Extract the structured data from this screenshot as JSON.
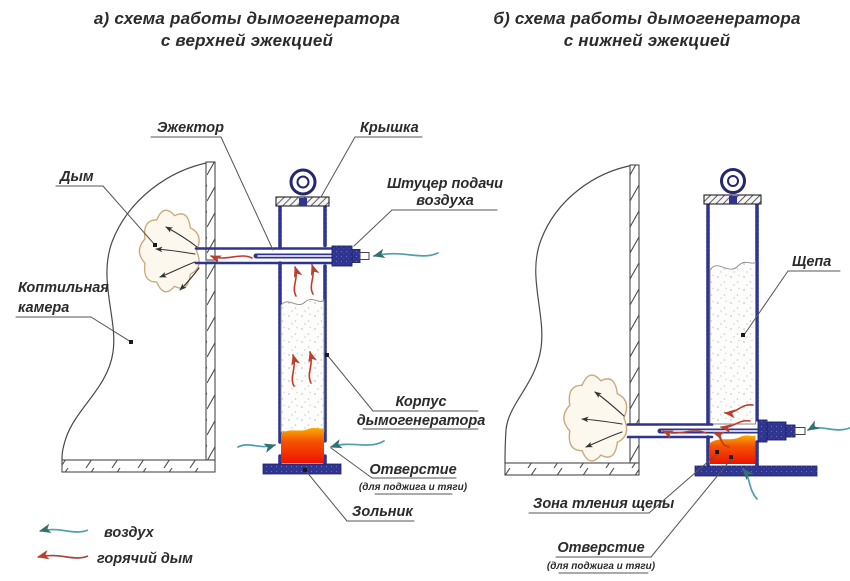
{
  "titles": {
    "left": {
      "line1": "а) схема работы дымогенератора",
      "line2": "с верхней эжекцией"
    },
    "right": {
      "line1": "б) схема работы дымогенератора",
      "line2": "с нижней эжекцией"
    }
  },
  "left_diagram": {
    "labels": {
      "ejector": "Эжектор",
      "lid": "Крышка",
      "smoke": "Дым",
      "air_fitting_line1": "Штуцер подачи",
      "air_fitting_line2": "воздуха",
      "chamber_line1": "Коптильная",
      "chamber_line2": "камера",
      "body_line1": "Корпус",
      "body_line2": "дымогенератора",
      "hole": "Отверстие",
      "hole_note": "(для поджига и тяги)",
      "ash_pan": "Зольник"
    }
  },
  "right_diagram": {
    "labels": {
      "chips": "Щепа",
      "smolder_zone": "Зона тления щепы",
      "hole": "Отверстие",
      "hole_note": "(для поджига и тяги)"
    }
  },
  "legend": {
    "air_label": "воздух",
    "hot_smoke_label": "горячий дым",
    "air_color": "#4e9faa",
    "hot_smoke_color": "#a04a3c"
  },
  "colors": {
    "steel_outline": "#2e3490",
    "burn_top": "#f7a600",
    "burn_bottom": "#ee1400",
    "cloud_outline": "#c9a97c",
    "line": "#4a4a4a"
  }
}
